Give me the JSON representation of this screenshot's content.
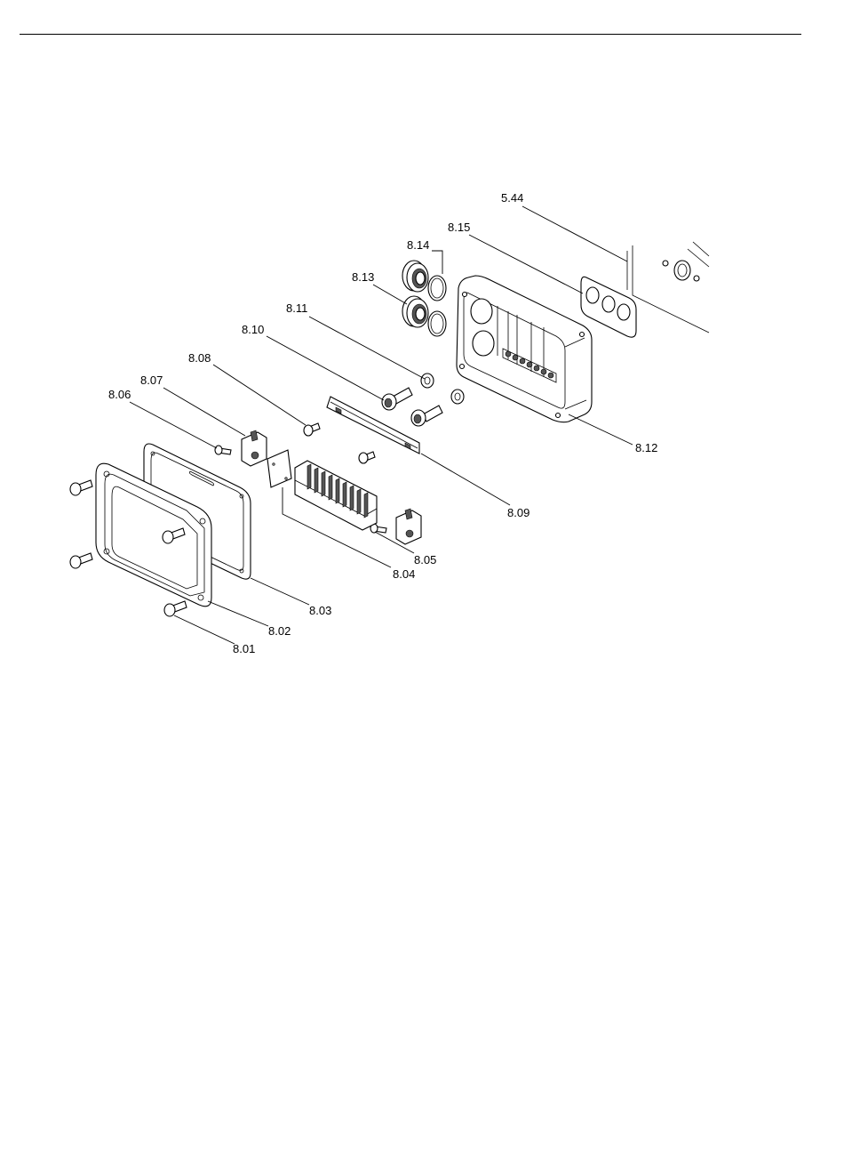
{
  "diagram": {
    "callouts": [
      {
        "id": "5.44",
        "text": "5.44"
      },
      {
        "id": "8.15",
        "text": "8.15"
      },
      {
        "id": "8.14",
        "text": "8.14"
      },
      {
        "id": "8.13",
        "text": "8.13"
      },
      {
        "id": "8.11",
        "text": "8.11"
      },
      {
        "id": "8.10",
        "text": "8.10"
      },
      {
        "id": "8.08",
        "text": "8.08"
      },
      {
        "id": "8.07",
        "text": "8.07"
      },
      {
        "id": "8.06",
        "text": "8.06"
      },
      {
        "id": "8.12",
        "text": "8.12"
      },
      {
        "id": "8.09",
        "text": "8.09"
      },
      {
        "id": "8.05",
        "text": "8.05"
      },
      {
        "id": "8.04",
        "text": "8.04"
      },
      {
        "id": "8.03",
        "text": "8.03"
      },
      {
        "id": "8.02",
        "text": "8.02"
      },
      {
        "id": "8.01",
        "text": "8.01"
      }
    ]
  }
}
